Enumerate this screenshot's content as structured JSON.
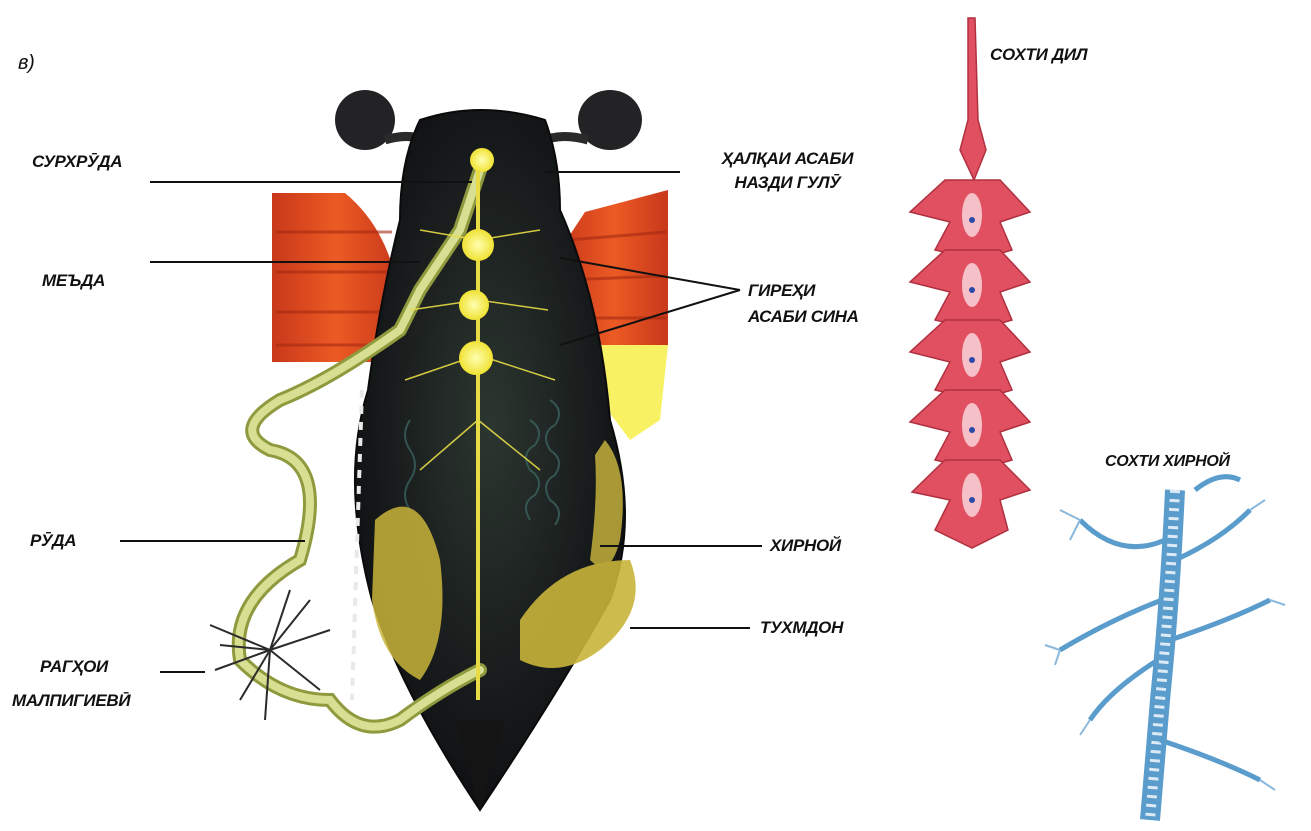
{
  "panel_label": "в)",
  "labels": {
    "surhruda": "СУРХРӮДА",
    "halqai_line1": "ҲАЛҚАИ АСАБИ",
    "halqai_line2": "НАЗДИ ГУЛӮ",
    "meda": "МЕЪДА",
    "gireh_line1": "ГИРЕҲИ",
    "gireh_line2": "АСАБИ СИНА",
    "ruda": "РӮДА",
    "hirnoy": "ХИРНОЙ",
    "tuhmdon": "ТУХМДОН",
    "ragho_line1": "РАГҲОИ",
    "ragho_line2": "МАЛПИГИЕВӢ",
    "sohti_dil": "СОХТИ ДИЛ",
    "sohti_hirnoy": "СОХТИ ХИРНОЙ"
  },
  "colors": {
    "body_dark": "#15151a",
    "wing_red": "#e0461e",
    "nerve_yellow": "#f3ea3c",
    "heart_red": "#e05060",
    "trachea_blue": "#5a9ccc",
    "ovary_yellow": "#c9b43a",
    "gut_green": "#c8cf7a"
  }
}
